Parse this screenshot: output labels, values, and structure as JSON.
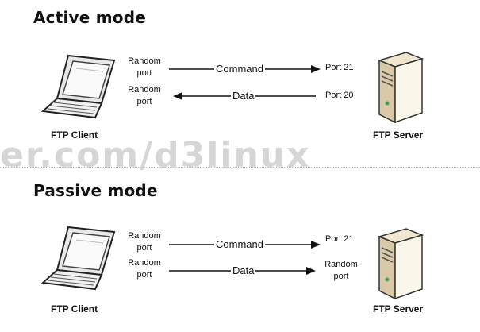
{
  "active": {
    "title": "Active mode",
    "client_label": "FTP Client",
    "server_label": "FTP Server",
    "row1_left": [
      "Random",
      "port"
    ],
    "row1_arrow": "Command",
    "row1_right": [
      "Port 21"
    ],
    "row2_left": [
      "Random",
      "port"
    ],
    "row2_arrow": "Data",
    "row2_right": [
      "Port 20"
    ]
  },
  "passive": {
    "title": "Passive mode",
    "client_label": "FTP Client",
    "server_label": "FTP Server",
    "row1_left": [
      "Random",
      "port"
    ],
    "row1_arrow": "Command",
    "row1_right": [
      "Port 21"
    ],
    "row2_left": [
      "Random",
      "port"
    ],
    "row2_arrow": "Data",
    "row2_right": [
      "Random",
      "port"
    ]
  },
  "watermark": "er.com/d3linux",
  "icons": {
    "client": "laptop-icon",
    "server": "server-tower-icon"
  }
}
